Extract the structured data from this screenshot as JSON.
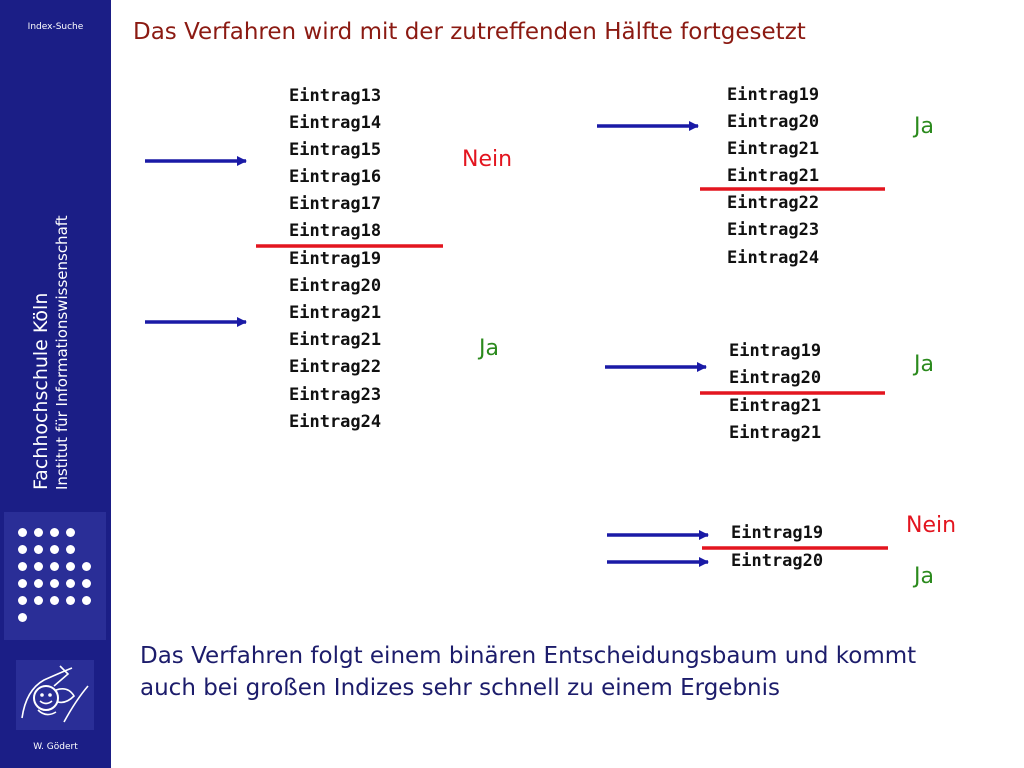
{
  "sidebar": {
    "top_label": "Index-Suche",
    "institution": "Fachhochschule Köln",
    "institute": "Institut für Informationswissenschaft",
    "author": "W. Gödert"
  },
  "slide": {
    "title": "Das Verfahren wird mit der zutreffenden Hälfte fortgesetzt",
    "step1": {
      "entries": [
        "Eintrag13",
        "Eintrag14",
        "Eintrag15",
        "Eintrag16",
        "Eintrag17",
        "Eintrag18",
        "Eintrag19",
        "Eintrag20",
        "Eintrag21",
        "Eintrag21",
        "Eintrag22",
        "Eintrag23",
        "Eintrag24"
      ],
      "answer_no": "Nein",
      "answer_yes": "Ja"
    },
    "step2": {
      "entries": [
        "Eintrag19",
        "Eintrag20",
        "Eintrag21",
        "Eintrag21",
        "Eintrag22",
        "Eintrag23",
        "Eintrag24"
      ],
      "answer": "Ja"
    },
    "step3": {
      "entries": [
        "Eintrag19",
        "Eintrag20",
        "Eintrag21",
        "Eintrag21"
      ],
      "answer": "Ja"
    },
    "step4": {
      "entries": [
        "Eintrag19",
        "Eintrag20"
      ],
      "answer_no": "Nein",
      "answer_yes": "Ja"
    },
    "conclusion": [
      "Das Verfahren folgt einem binären Entscheidungsbaum und kommt",
      "auch bei großen Indizes sehr schnell zu einem Ergebnis"
    ]
  },
  "colors": {
    "sidebar": "#1b1e86",
    "title": "#8b1a12",
    "arrow": "#1a1aa6",
    "divider": "#e3151f",
    "no": "#e3151f",
    "yes": "#2b8a1d",
    "body_text": "#1c1c6b"
  },
  "icons": {
    "dots": "dot-grid-decoration",
    "logo": "smiley-reader-logo-icon"
  }
}
